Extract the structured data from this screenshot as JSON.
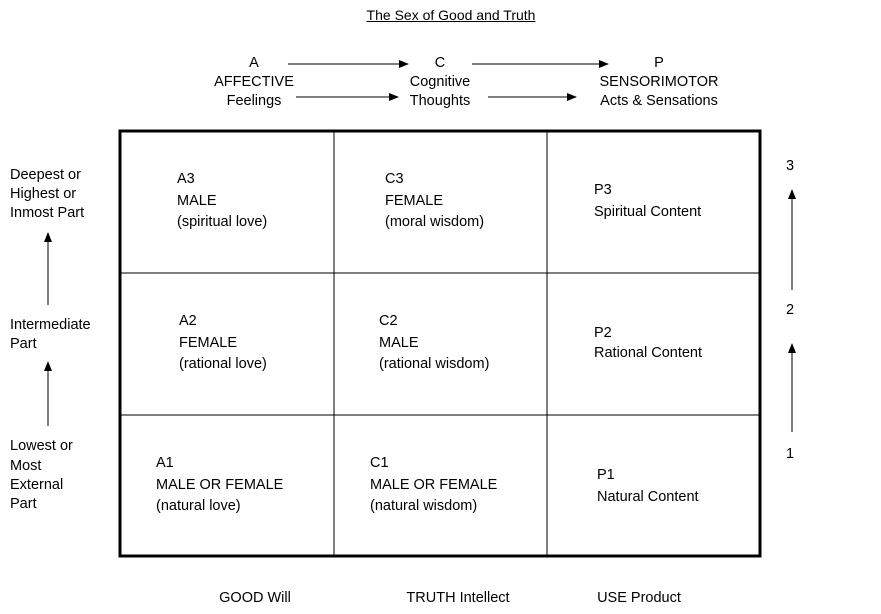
{
  "title": "The Sex of Good and Truth",
  "headers": [
    {
      "letter": "A",
      "name": "AFFECTIVE",
      "desc": "Feelings"
    },
    {
      "letter": "C",
      "name": "Cognitive",
      "desc": "Thoughts"
    },
    {
      "letter": "P",
      "name": "SENSORIMOTOR",
      "desc": "Acts & Sensations"
    }
  ],
  "levels_left": {
    "top": [
      "Deepest or",
      "Highest or",
      "Inmost Part"
    ],
    "mid": [
      "Intermediate",
      "Part"
    ],
    "bot": [
      "Lowest or",
      "Most",
      "External",
      "Part"
    ]
  },
  "levels_right": [
    "3",
    "2",
    "1"
  ],
  "grid": [
    [
      {
        "id": "A3",
        "sex": "MALE",
        "desc": "(spiritual love)"
      },
      {
        "id": "C3",
        "sex": "FEMALE",
        "desc": "(moral wisdom)"
      },
      {
        "id": "P3",
        "sex": "Spiritual Content",
        "desc": ""
      }
    ],
    [
      {
        "id": "A2",
        "sex": "FEMALE",
        "desc": "(rational love)"
      },
      {
        "id": "C2",
        "sex": "MALE",
        "desc": "(rational wisdom)"
      },
      {
        "id": "P2",
        "sex": "Rational Content",
        "desc": ""
      }
    ],
    [
      {
        "id": "A1",
        "sex": "MALE OR FEMALE",
        "desc": "(natural love)"
      },
      {
        "id": "C1",
        "sex": "MALE OR FEMALE",
        "desc": "(natural wisdom)"
      },
      {
        "id": "P1",
        "sex": "Natural Content",
        "desc": ""
      }
    ]
  ],
  "footers": [
    "GOOD Will",
    "TRUTH Intellect",
    "USE Product"
  ]
}
